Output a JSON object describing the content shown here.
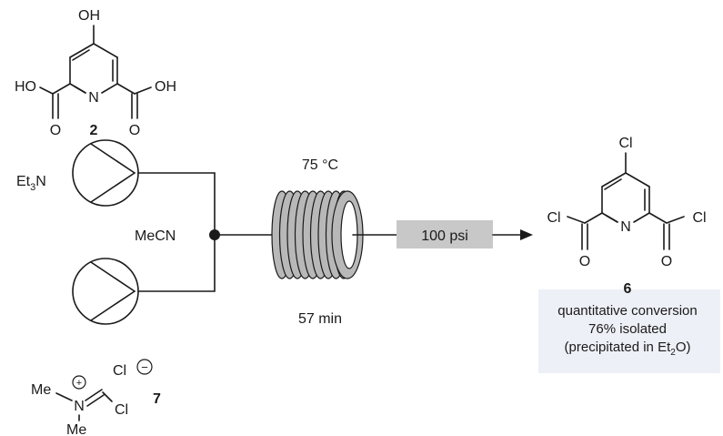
{
  "reagents": {
    "start_compound": {
      "number": "2",
      "oh_top": "OH",
      "ho_left": "HO",
      "oh_right": "OH",
      "n_atom": "N",
      "o_left": "O",
      "o_right": "O"
    },
    "base": {
      "prefix": "Et",
      "sub": "3",
      "suffix": "N"
    },
    "solvent": "MeCN",
    "vilsmeier_reagent": {
      "number": "7",
      "cl_anion": "Cl",
      "minus": "−",
      "plus": "+",
      "n_atom": "N",
      "me_top": "Me",
      "me_bottom": "Me",
      "cl": "Cl"
    }
  },
  "reactor": {
    "temperature": "75 °C",
    "residence_time": "57 min",
    "back_pressure": "100 psi"
  },
  "product": {
    "cl_top": "Cl",
    "cl_left": "Cl",
    "cl_right": "Cl",
    "n_atom": "N",
    "o_left": "O",
    "o_right": "O",
    "number": "6",
    "result_line1": "quantitative conversion",
    "result_line2": "76% isolated",
    "result_line3_prefix": "(precipitated in Et",
    "result_line3_sub": "2",
    "result_line3_suffix": "O)"
  },
  "colors": {
    "coil": "#b8b8b8",
    "bpr_box": "#c8c8c8",
    "product_panel": "#eef0f7"
  }
}
